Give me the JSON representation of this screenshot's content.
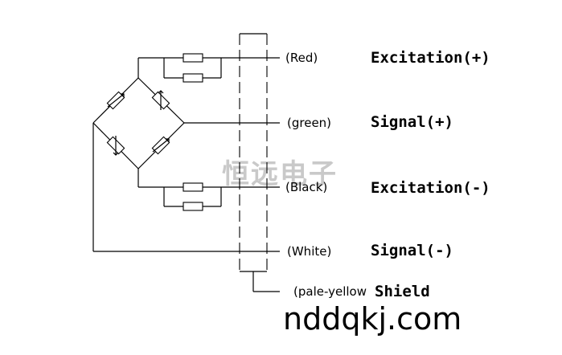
{
  "watermark_text": "恒远电子",
  "website": "nddqkj.com",
  "connections": [
    {
      "wire_color": "(Red)",
      "signal": "Excitation(+)"
    },
    {
      "wire_color": "(green)",
      "signal": "Signal(+)"
    },
    {
      "wire_color": "(Black)",
      "signal": "Excitation(-)"
    },
    {
      "wire_color": "(White)",
      "signal": "Signal(-)"
    },
    {
      "wire_color": "(pale-yellow",
      "signal": "Shield"
    }
  ]
}
